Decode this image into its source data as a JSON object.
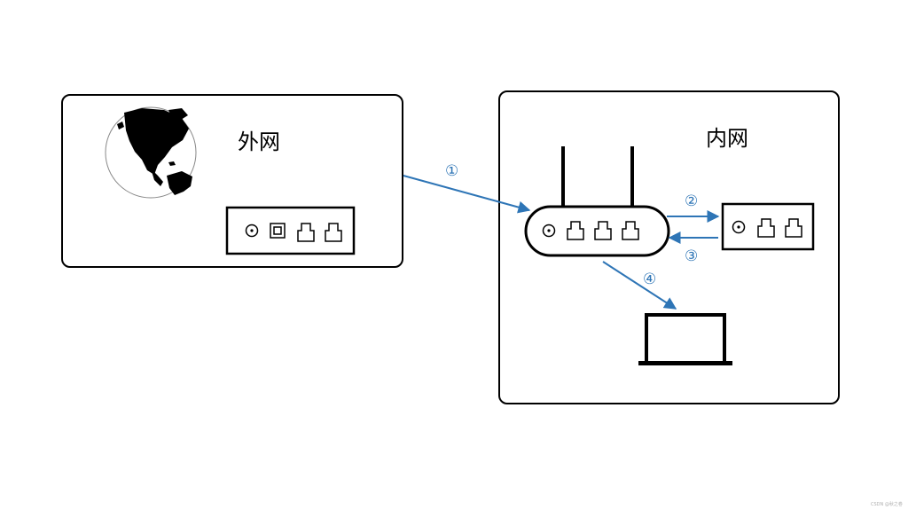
{
  "outer_panel": {
    "label": "外网"
  },
  "inner_panel": {
    "label": "内网"
  },
  "steps": [
    "①",
    "②",
    "③",
    "④"
  ],
  "colors": {
    "arrow": "#2e75b6",
    "stroke": "#000000",
    "ocean": "#ffffff",
    "land": "#000000"
  },
  "icons": {
    "globe": "globe-icon",
    "modem": "modem-icon",
    "router": "router-icon",
    "switch": "switch-icon",
    "laptop": "laptop-icon"
  },
  "watermark": "CSDN @秋之卷"
}
